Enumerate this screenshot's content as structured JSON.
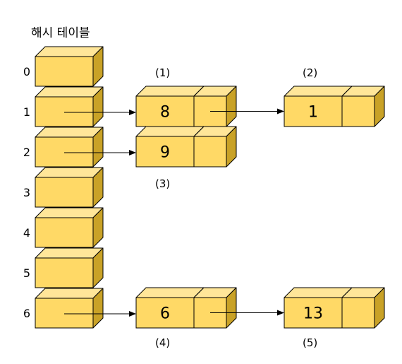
{
  "title": "해시 테이블",
  "colors": {
    "front": "#FFD966",
    "top": "#FFE699",
    "side": "#C9A227",
    "stroke": "#000000"
  },
  "table": {
    "slots": [
      "0",
      "1",
      "2",
      "3",
      "4",
      "5",
      "6"
    ]
  },
  "nodes": [
    {
      "id": "node-8",
      "value": "8",
      "caption": "(1)"
    },
    {
      "id": "node-1",
      "value": "1",
      "caption": "(2)"
    },
    {
      "id": "node-9",
      "value": "9",
      "caption": "(3)"
    },
    {
      "id": "node-6",
      "value": "6",
      "caption": "(4)"
    },
    {
      "id": "node-13",
      "value": "13",
      "caption": "(5)"
    }
  ],
  "links": [
    {
      "from": "slot-1",
      "to": "node-8"
    },
    {
      "from": "node-8",
      "to": "node-1"
    },
    {
      "from": "slot-2",
      "to": "node-9"
    },
    {
      "from": "slot-6",
      "to": "node-6"
    },
    {
      "from": "node-6",
      "to": "node-13"
    }
  ]
}
